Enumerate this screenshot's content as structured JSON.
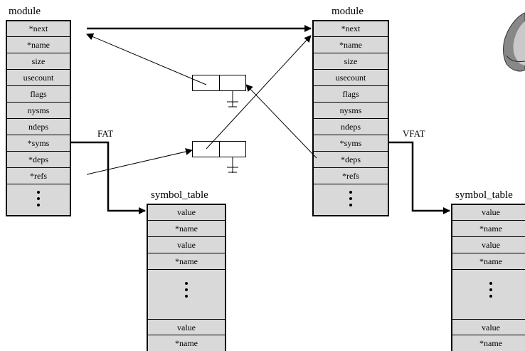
{
  "module_left": {
    "title": "module",
    "fields": [
      "*next",
      "*name",
      "size",
      "usecount",
      "flags",
      "nysms",
      "ndeps",
      "*syms",
      "*deps",
      "*refs"
    ]
  },
  "module_right": {
    "title": "module",
    "fields": [
      "*next",
      "*name",
      "size",
      "usecount",
      "flags",
      "nysms",
      "ndeps",
      "*syms",
      "*deps",
      "*refs"
    ]
  },
  "symtab_left": {
    "title": "symbol_table",
    "fields_top": [
      "value",
      "*name",
      "value",
      "*name"
    ],
    "fields_bottom": [
      "value",
      "*name"
    ]
  },
  "symtab_right": {
    "title": "symbol_table",
    "fields_top": [
      "value",
      "*name",
      "value",
      "*name"
    ],
    "fields_bottom": [
      "value",
      "*name"
    ]
  },
  "labels": {
    "fat": "FAT",
    "vfat": "VFAT"
  }
}
